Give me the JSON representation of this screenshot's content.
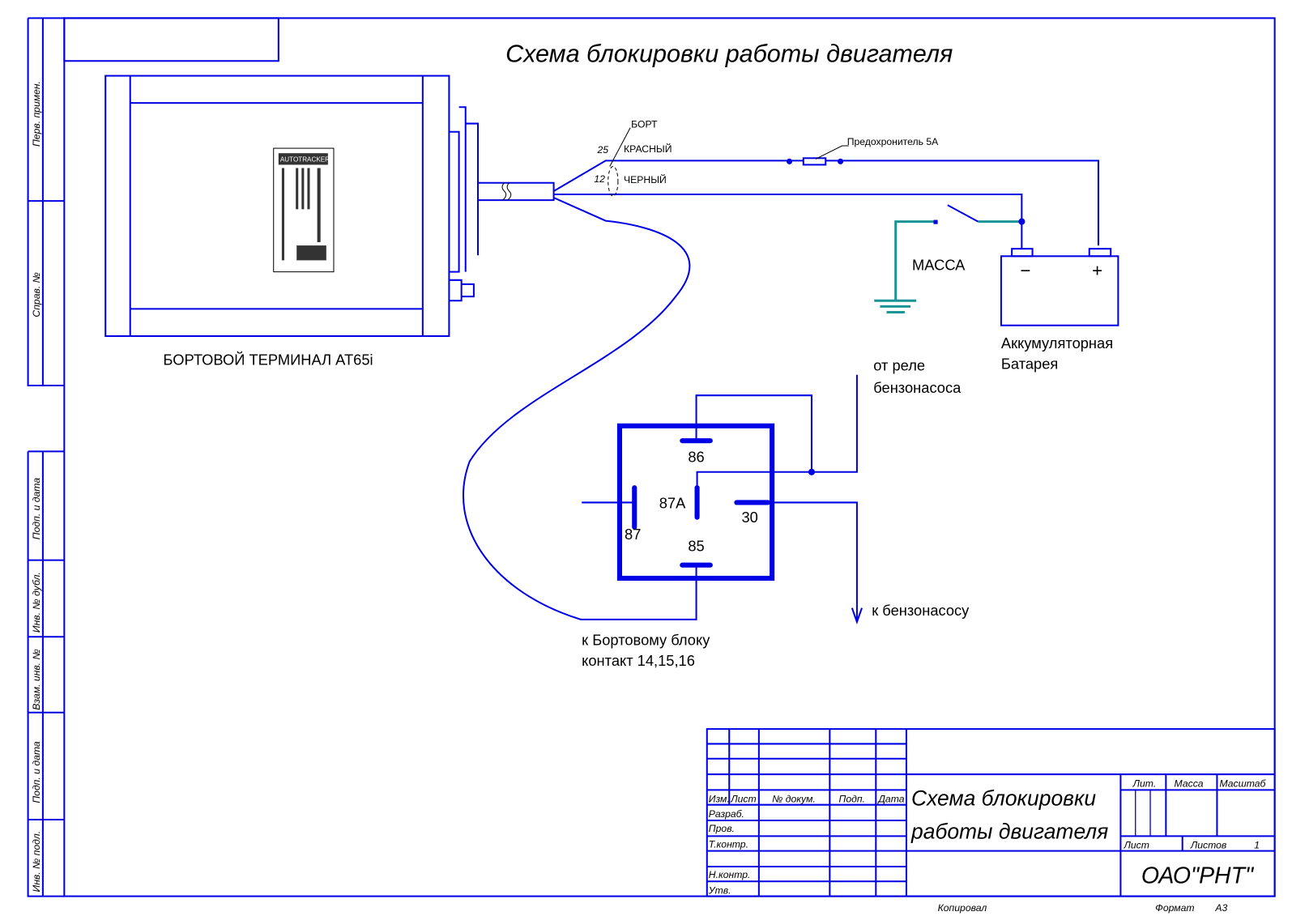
{
  "title": "Схема блокировки работы двигателя",
  "colors": {
    "line": "#0000e6",
    "ground_wire": "#1a9494"
  },
  "side_strip": [
    "Перв. примен.",
    "Справ. №",
    "Подп. и дата",
    "Инв. № дубл.",
    "Взам. инв. №",
    "Подп. и дата",
    "Инв. № подл."
  ],
  "terminal": {
    "label": "БОРТОВОЙ ТЕРМИНАЛ AT65i",
    "sticker_brand": [
      "AUTO",
      "TRACKER"
    ]
  },
  "cable": {
    "group_label": "БОРТ",
    "red_pin": "25",
    "red_label": "КРАСНЫЙ",
    "black_pin": "12",
    "black_label": "ЧЕРНЫЙ"
  },
  "fuse_label": "Предохронитель 5А",
  "ground_label": "МАССА",
  "battery": {
    "minus": "−",
    "plus": "+",
    "label_line1": "Аккумуляторная",
    "label_line2": "Батарея"
  },
  "relay": {
    "pin_86": "86",
    "pin_87": "87",
    "pin_87a": "87A",
    "pin_30": "30",
    "pin_85": "85"
  },
  "from_relay": {
    "line1": "от реле",
    "line2": "бензонасоса"
  },
  "to_pump": "к бензонасосу",
  "to_block": {
    "line1": "к Бортовому блоку",
    "line2": "контакт 14,15,16"
  },
  "title_block": {
    "headers": [
      "Изм.",
      "Лист",
      "№ докум.",
      "Подп.",
      "Дата"
    ],
    "roles": [
      "Разраб.",
      "Пров.",
      "Т.контр.",
      "Н.контр.",
      "Утв."
    ],
    "title_line1": "Схема блокировки",
    "title_line2": "работы двигателя",
    "lit": "Лит.",
    "mass": "Масса",
    "scale": "Масштаб",
    "sheet": "Лист",
    "sheets": "Листов",
    "sheets_value": "1",
    "company": "ОАО\"РНТ\"",
    "copied": "Копировал",
    "format": "Формат",
    "format_value": "А3"
  }
}
